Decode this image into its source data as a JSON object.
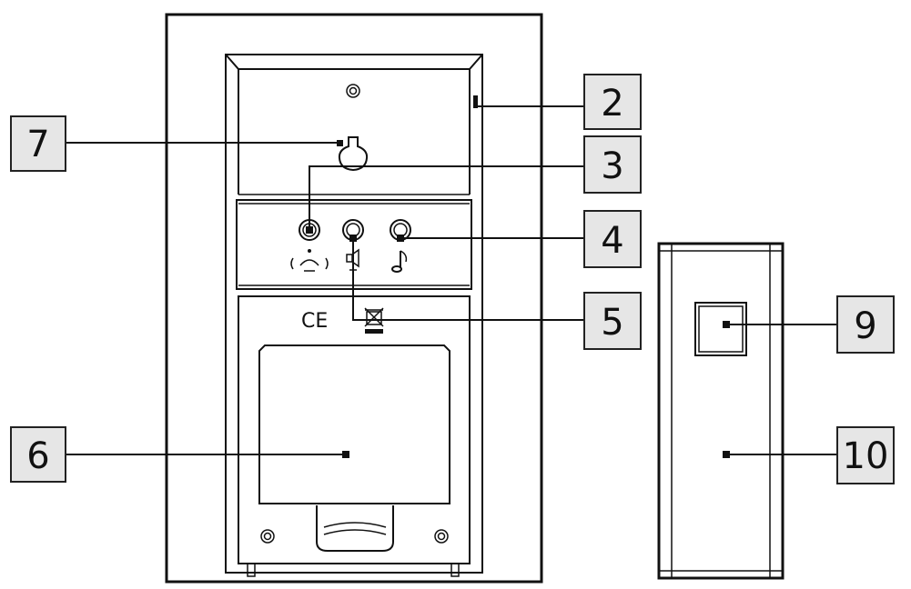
{
  "callouts": [
    {
      "id": "2",
      "label": "2"
    },
    {
      "id": "3",
      "label": "3"
    },
    {
      "id": "4",
      "label": "4"
    },
    {
      "id": "5",
      "label": "5"
    },
    {
      "id": "6",
      "label": "6"
    },
    {
      "id": "7",
      "label": "7"
    },
    {
      "id": "9",
      "label": "9"
    },
    {
      "id": "10",
      "label": "10"
    }
  ],
  "markings": {
    "ce": "CE"
  },
  "colors": {
    "line": "#111111",
    "callout_fill": "#e6e6e6",
    "background": "#ffffff"
  }
}
